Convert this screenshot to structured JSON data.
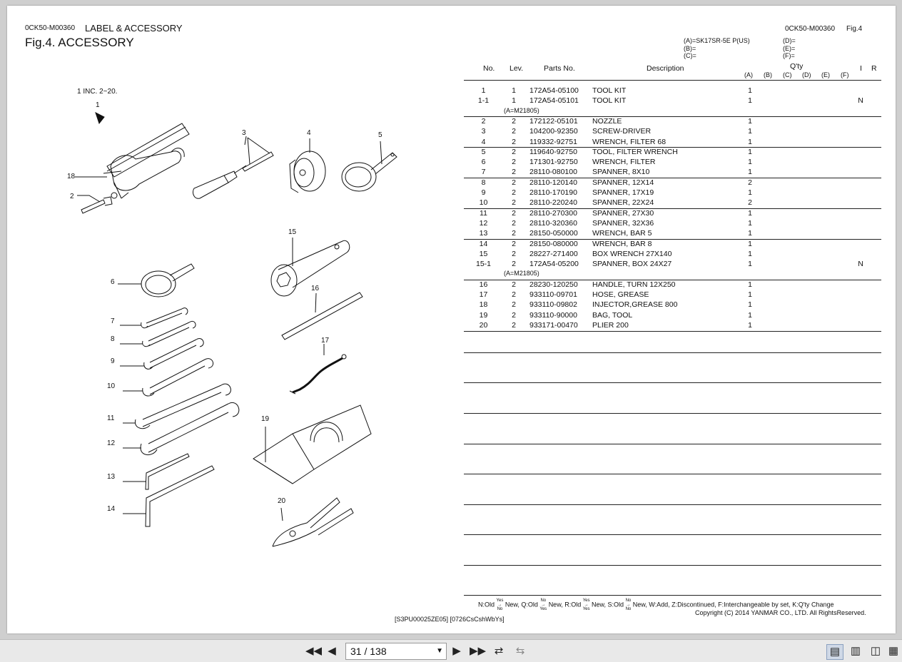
{
  "header": {
    "left_code": "0CK50-M00360",
    "left_title": "LABEL & ACCESSORY",
    "fig_title": "Fig.4.  ACCESSORY",
    "right_code": "0CK50-M00360",
    "right_fig": "Fig.4"
  },
  "models": {
    "a": "(A)=SK17SR-5E P(US)",
    "b": "(B)=",
    "c": "(C)=",
    "d": "(D)=",
    "e": "(E)=",
    "f": "(F)="
  },
  "columns": {
    "no": "No.",
    "lev": "Lev.",
    "part": "Parts No.",
    "desc": "Description",
    "qty": "Q'ty",
    "i": "I",
    "r": "R",
    "qa": "(A)",
    "qb": "(B)",
    "qc": "(C)",
    "qd": "(D)",
    "qe": "(E)",
    "qf": "(F)"
  },
  "rows": [
    {
      "no": "1",
      "lev": "1",
      "part": "172A54-05100",
      "desc": "TOOL KIT",
      "qa": "1",
      "i": ""
    },
    {
      "no": "1-1",
      "lev": "1",
      "part": "172A54-05101",
      "desc": "TOOL KIT",
      "qa": "1",
      "i": "N"
    },
    {
      "no": "",
      "lev": "",
      "part": "(A=M21805)",
      "desc": "",
      "qa": "",
      "i": ""
    },
    {
      "no": "2",
      "lev": "2",
      "part": "172122-05101",
      "desc": "NOZZLE",
      "qa": "1",
      "i": ""
    },
    {
      "no": "3",
      "lev": "2",
      "part": "104200-92350",
      "desc": "SCREW-DRIVER",
      "qa": "1",
      "i": ""
    },
    {
      "no": "4",
      "lev": "2",
      "part": "119332-92751",
      "desc": "WRENCH, FILTER 68",
      "qa": "1",
      "i": ""
    },
    {
      "no": "5",
      "lev": "2",
      "part": "119640-92750",
      "desc": "TOOL, FILTER WRENCH",
      "qa": "1",
      "i": ""
    },
    {
      "no": "6",
      "lev": "2",
      "part": "171301-92750",
      "desc": "WRENCH, FILTER",
      "qa": "1",
      "i": ""
    },
    {
      "no": "7",
      "lev": "2",
      "part": "28110-080100",
      "desc": "SPANNER, 8X10",
      "qa": "1",
      "i": ""
    },
    {
      "no": "8",
      "lev": "2",
      "part": "28110-120140",
      "desc": "SPANNER, 12X14",
      "qa": "2",
      "i": ""
    },
    {
      "no": "9",
      "lev": "2",
      "part": "28110-170190",
      "desc": "SPANNER, 17X19",
      "qa": "1",
      "i": ""
    },
    {
      "no": "10",
      "lev": "2",
      "part": "28110-220240",
      "desc": "SPANNER, 22X24",
      "qa": "2",
      "i": ""
    },
    {
      "no": "11",
      "lev": "2",
      "part": "28110-270300",
      "desc": "SPANNER, 27X30",
      "qa": "1",
      "i": ""
    },
    {
      "no": "12",
      "lev": "2",
      "part": "28110-320360",
      "desc": "SPANNER, 32X36",
      "qa": "1",
      "i": ""
    },
    {
      "no": "13",
      "lev": "2",
      "part": "28150-050000",
      "desc": "WRENCH, BAR 5",
      "qa": "1",
      "i": ""
    },
    {
      "no": "14",
      "lev": "2",
      "part": "28150-080000",
      "desc": "WRENCH, BAR 8",
      "qa": "1",
      "i": ""
    },
    {
      "no": "15",
      "lev": "2",
      "part": "28227-271400",
      "desc": "BOX WRENCH 27X140",
      "qa": "1",
      "i": ""
    },
    {
      "no": "15-1",
      "lev": "2",
      "part": "172A54-05200",
      "desc": "SPANNER, BOX 24X27",
      "qa": "1",
      "i": "N"
    },
    {
      "no": "",
      "lev": "",
      "part": "(A=M21805)",
      "desc": "",
      "qa": "",
      "i": ""
    },
    {
      "no": "16",
      "lev": "2",
      "part": "28230-120250",
      "desc": "HANDLE, TURN 12X250",
      "qa": "1",
      "i": ""
    },
    {
      "no": "17",
      "lev": "2",
      "part": "933110-09701",
      "desc": "HOSE, GREASE",
      "qa": "1",
      "i": ""
    },
    {
      "no": "18",
      "lev": "2",
      "part": "933110-09802",
      "desc": "INJECTOR,GREASE 800",
      "qa": "1",
      "i": ""
    },
    {
      "no": "19",
      "lev": "2",
      "part": "933110-90000",
      "desc": "BAG, TOOL",
      "qa": "1",
      "i": ""
    },
    {
      "no": "20",
      "lev": "2",
      "part": "933171-00470",
      "desc": "PLIER 200",
      "qa": "1",
      "i": ""
    }
  ],
  "callouts": {
    "inc": "1  INC. 2~20.",
    "n1": "1",
    "n2": "2",
    "n3": "3",
    "n4": "4",
    "n5": "5",
    "n6": "6",
    "n7": "7",
    "n8": "8",
    "n9": "9",
    "n10": "10",
    "n11": "11",
    "n12": "12",
    "n13": "13",
    "n14": "14",
    "n15": "15",
    "n16": "16",
    "n17": "17",
    "n18": "18",
    "n19": "19",
    "n20": "20"
  },
  "footer": {
    "legend_n": "N:Old",
    "legend_n2": "New, Q:Old",
    "legend_q2": "New, R:Old",
    "legend_r2": "New, S:Old",
    "legend_s2": "New, W:Add, Z:Discontinued, F:Interchangeable by set, K:Q'ty Change",
    "yes": "Yes",
    "no": "No",
    "copyright": "Copyright (C) 2014 YANMAR CO., LTD. All RightsReserved.",
    "doc_code": "[S3PU00025ZE05] [0726CsCshWbYs]"
  },
  "toolbar": {
    "page_value": "31 / 138"
  }
}
